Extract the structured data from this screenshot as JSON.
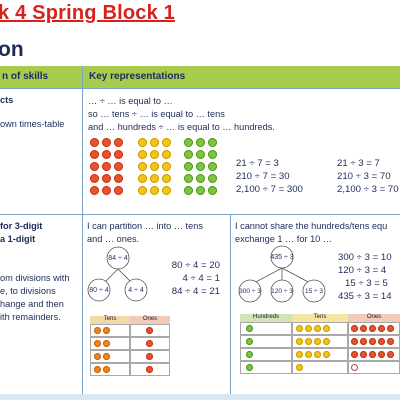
{
  "header": {
    "block_title": "k 4 Spring Block 1",
    "section_title": "on"
  },
  "table": {
    "col1_header": "n of skills",
    "col2_header": "Key representations"
  },
  "row1": {
    "skills": [
      "cts",
      "own times-table"
    ],
    "sentences": [
      "… ÷ … is equal to …",
      "so … tens ÷ … is equal to … tens",
      "and … hundreds ÷ … is equal to … hundreds."
    ],
    "equations_left": [
      "21 ÷ 7 = 3",
      "210 ÷ 7 = 30",
      "2,100 ÷ 7 = 300"
    ],
    "equations_right": [
      "21 ÷ 3 = 7",
      "210 ÷ 3 = 70",
      "2,100 ÷ 3 = 70"
    ]
  },
  "row2": {
    "skills": [
      "for 3-digit",
      "a 1-digit",
      "om divisions with",
      "e, to divisions",
      "hange and then",
      "ith remainders."
    ],
    "middle": {
      "sentence": [
        "I can partition … into … tens",
        "and … ones."
      ],
      "bond_whole": "84 ÷ 4",
      "bond_part_left": "80 ÷ 4",
      "bond_part_right": "4 ÷ 4",
      "equations": [
        "80 ÷ 4 = 20",
        "4 ÷ 4 = 1",
        "84 ÷ 4 = 21"
      ],
      "pv_headers": [
        "Tens",
        "Ones"
      ]
    },
    "right": {
      "sentence": [
        "I cannot share the hundreds/tens equ",
        "exchange 1 … for 10 …"
      ],
      "bond_whole": "435 ÷ 3",
      "bond_part_left": "300 ÷ 3",
      "bond_part_mid": "120 ÷ 3",
      "bond_part_right": "15 ÷ 3",
      "equations": [
        "300 ÷ 3 = 10",
        "120 ÷ 3 = 4",
        "15 ÷ 3 = 5",
        "435 ÷ 3 = 14"
      ],
      "pv_headers": [
        "Hundreds",
        "Tens",
        "Ones"
      ]
    }
  },
  "colors": {
    "title_red": "#d6221e",
    "navy": "#1c2b5a",
    "header_green": "#a7cc4d",
    "grid_blue": "#7aa4c9"
  }
}
